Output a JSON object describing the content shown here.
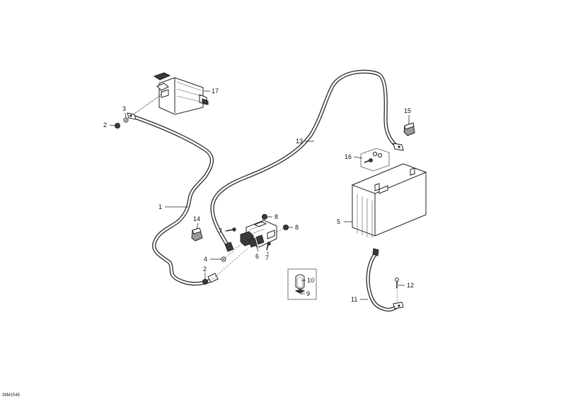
{
  "diagram_ref": "39M1545",
  "callouts": [
    {
      "id": "17",
      "label": "17"
    },
    {
      "id": "3",
      "label": "3"
    },
    {
      "id": "2a",
      "label": "2"
    },
    {
      "id": "1",
      "label": "1"
    },
    {
      "id": "13",
      "label": "13"
    },
    {
      "id": "15",
      "label": "15"
    },
    {
      "id": "16",
      "label": "16"
    },
    {
      "id": "5",
      "label": "5"
    },
    {
      "id": "14",
      "label": "14"
    },
    {
      "id": "8a",
      "label": "8"
    },
    {
      "id": "8b",
      "label": "8"
    },
    {
      "id": "7a",
      "label": "7"
    },
    {
      "id": "7b",
      "label": "7"
    },
    {
      "id": "6",
      "label": "6"
    },
    {
      "id": "4",
      "label": "4"
    },
    {
      "id": "2b",
      "label": "2"
    },
    {
      "id": "10",
      "label": "10"
    },
    {
      "id": "9",
      "label": "9"
    },
    {
      "id": "12",
      "label": "12"
    },
    {
      "id": "11",
      "label": "11"
    }
  ]
}
